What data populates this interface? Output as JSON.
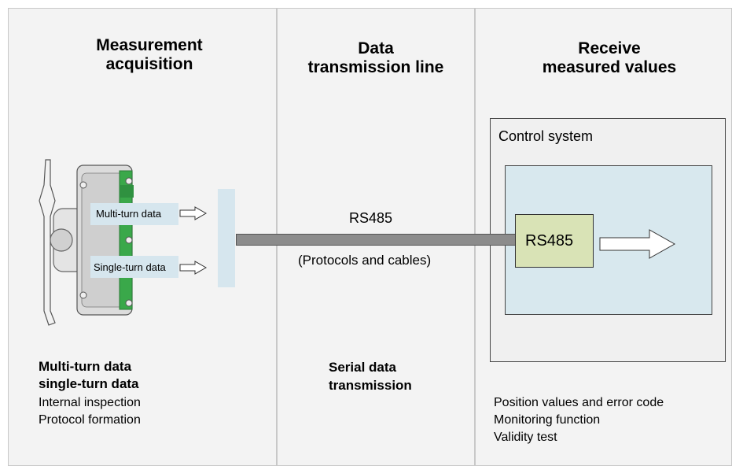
{
  "columns": {
    "acquisition": {
      "heading_line1": "Measurement",
      "heading_line2": "acquisition",
      "encoder_labels": {
        "multi_turn": "Multi-turn data",
        "single_turn": "Single-turn data"
      },
      "summary_bold_line1": "Multi-turn data",
      "summary_bold_line2": "single-turn data",
      "summary_line1": "Internal inspection",
      "summary_line2": "Protocol formation"
    },
    "transmission": {
      "heading_line1": "Data",
      "heading_line2": "transmission line",
      "line_label": "RS485",
      "line_sublabel": "(Protocols and cables)",
      "summary_bold_line1": "Serial data",
      "summary_bold_line2": "transmission"
    },
    "receive": {
      "heading_line1": "Receive",
      "heading_line2": "measured values",
      "control_system_label": "Control system",
      "receiver_label": "RS485",
      "summary_line1": "Position values and error code",
      "summary_line2": "Monitoring function",
      "summary_line3": "Validity test"
    }
  },
  "colors": {
    "column_bg": "#f3f3f3",
    "control_box_bg": "#f0f0f0",
    "inner_panel_bg": "#d8e8ee",
    "rs485_box_bg": "#d9e3b6",
    "cable": "#8c8c8c",
    "label_panel": "#d6e6ee",
    "pcb_green": "#3aa84a"
  }
}
